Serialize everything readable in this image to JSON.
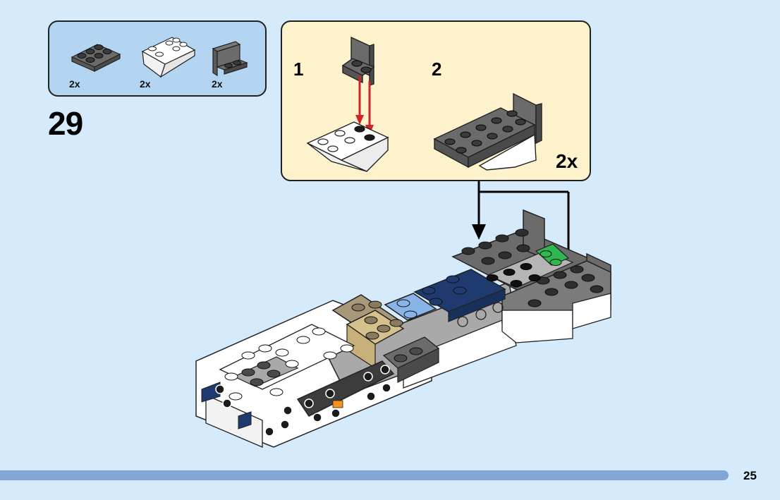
{
  "parts_list": {
    "items": [
      {
        "name": "dark-gray-plate-2x3",
        "color": "#6b6b6b",
        "quantity": "2x"
      },
      {
        "name": "white-inverted-slope-2x3",
        "color": "#ffffff",
        "quantity": "2x"
      },
      {
        "name": "dark-gray-bracket-1x2",
        "color": "#6b6b6b",
        "quantity": "2x"
      }
    ]
  },
  "step": {
    "number": "29"
  },
  "callout": {
    "sub_steps": [
      {
        "label": "1"
      },
      {
        "label": "2"
      }
    ],
    "quantity": "2x",
    "arrow_color": "#d0222b"
  },
  "model": {
    "colors": {
      "dark_gray": "#6b6b6b",
      "light_gray": "#a9a9a9",
      "white": "#ffffff",
      "dark_blue": "#1e3a6e",
      "medium_blue": "#89b4e8",
      "tan": "#d6c08c",
      "dark_tan": "#a8987a",
      "green": "#2fb84f",
      "orange": "#f5931e",
      "black": "#1b1b1b"
    }
  },
  "footer": {
    "page_number": "25",
    "bar_color": "#82a6d8"
  },
  "page": {
    "background": "#d5ebfb"
  }
}
